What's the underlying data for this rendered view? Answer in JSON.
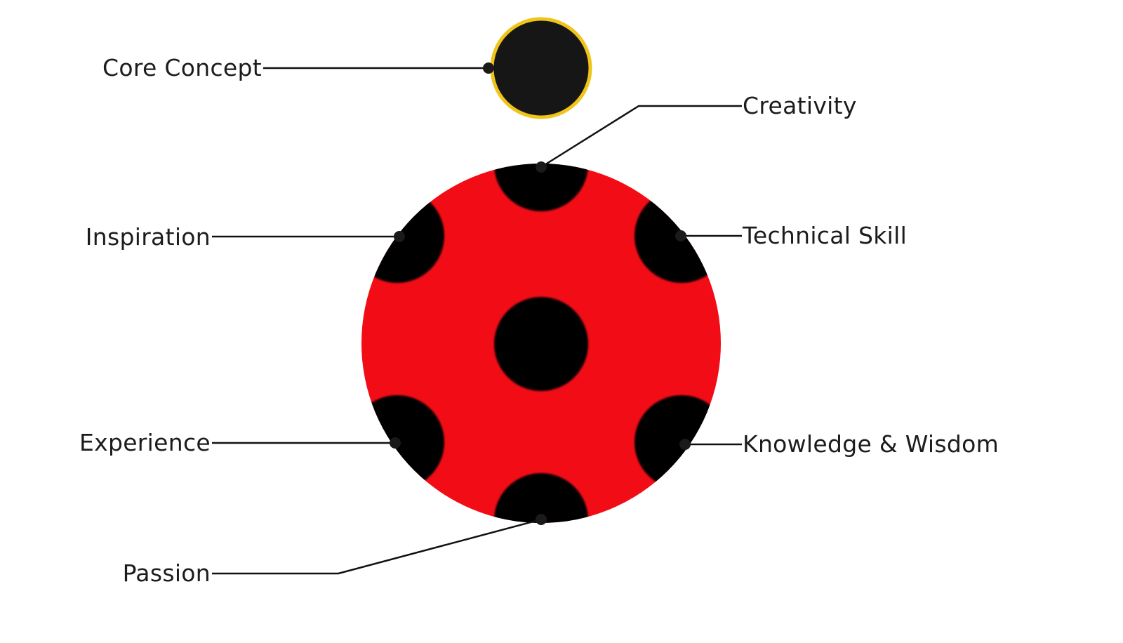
{
  "labels": {
    "core_concept": "Core Concept",
    "creativity": "Creativity",
    "inspiration": "Inspiration",
    "technical_skill": "Technical Skill",
    "experience": "Experience",
    "knowledge_wisdom": "Knowledge & Wisdom",
    "passion": "Passion"
  },
  "colors": {
    "body_red": "#f20d16",
    "spot_black": "#000000",
    "head_fill": "#161616",
    "head_outline": "#f0c419"
  }
}
